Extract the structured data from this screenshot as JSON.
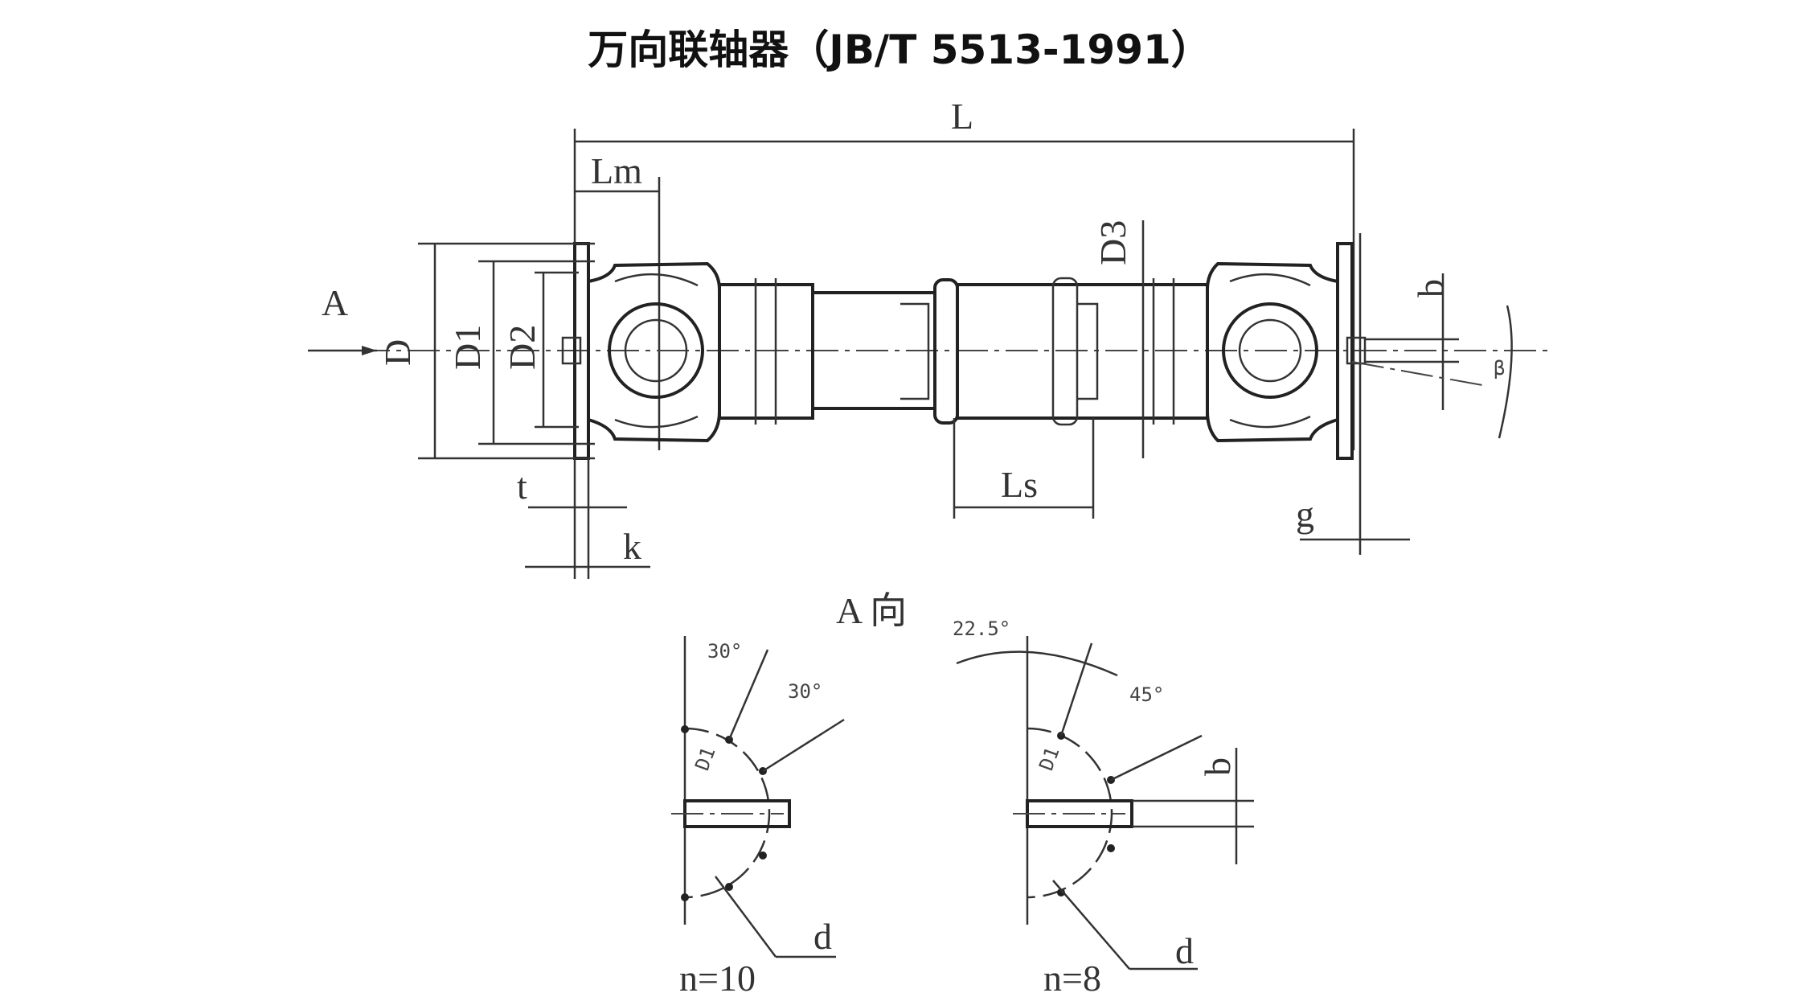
{
  "title": "万向联轴器（JB/T 5513-1991）",
  "main_view": {
    "labels": {
      "L": "L",
      "Lm": "Lm",
      "Ls": "Ls",
      "A": "A",
      "D": "D",
      "D1": "D1",
      "D2": "D2",
      "D3": "D3",
      "t": "t",
      "k": "k",
      "g": "g",
      "b": "b",
      "beta": "β"
    }
  },
  "detail_view": {
    "heading": "A 向",
    "left": {
      "angle1": "30°",
      "angle2": "30°",
      "diameter": "D1",
      "hole": "d",
      "count": "n=10"
    },
    "right": {
      "angle1": "22.5°",
      "angle2": "45°",
      "diameter": "D1",
      "hole": "d",
      "width": "b",
      "count": "n=8"
    }
  }
}
